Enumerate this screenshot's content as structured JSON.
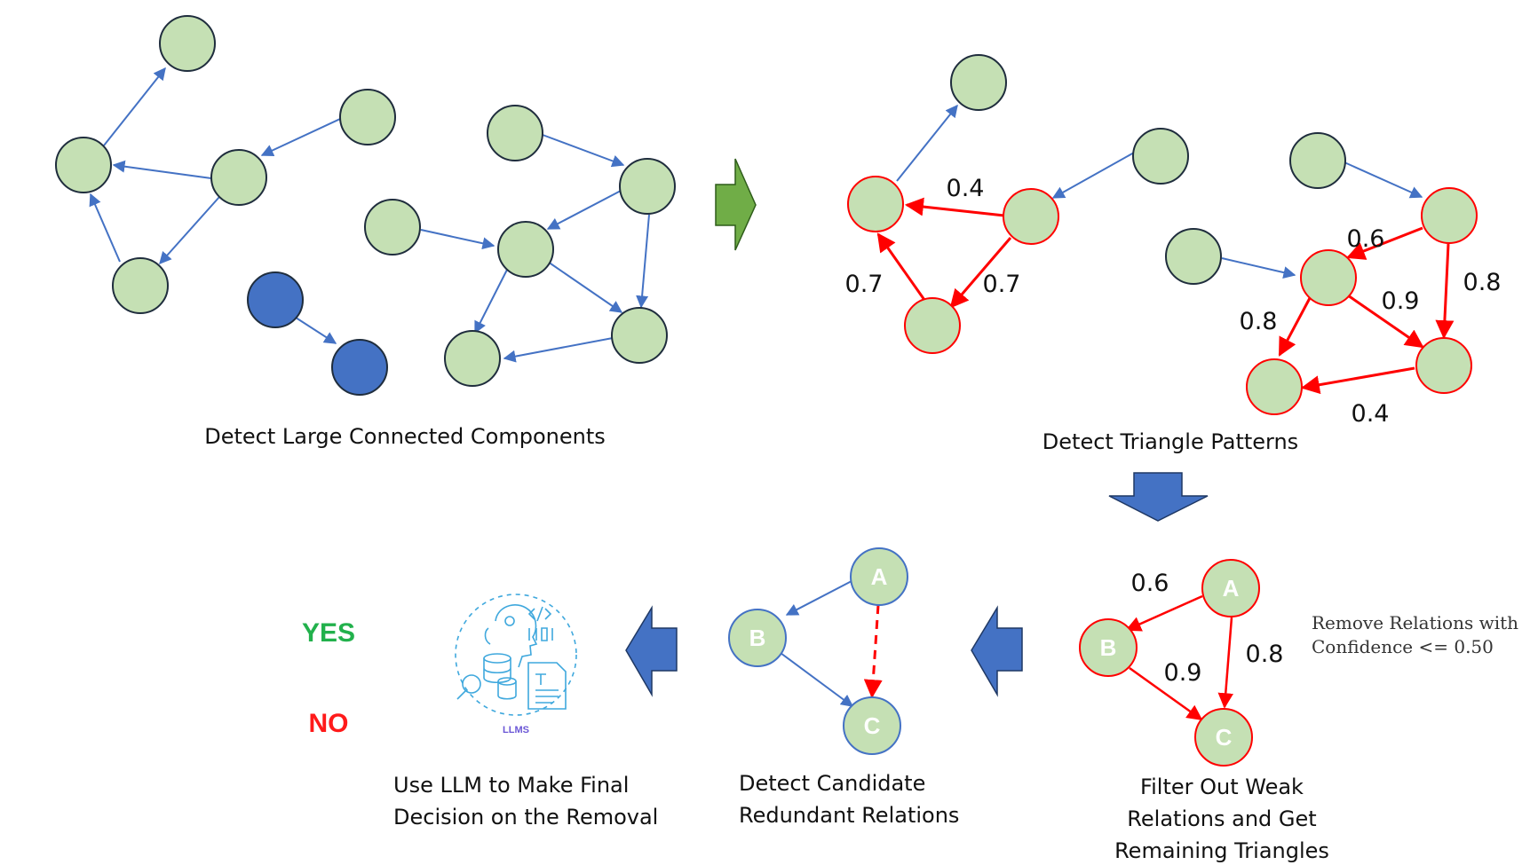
{
  "panels": {
    "connected_components": {
      "caption": "Detect Large Connected Components"
    },
    "triangle_patterns": {
      "caption": "Detect Triangle Patterns",
      "weights_left": [
        "0.4",
        "0.7",
        "0.7"
      ],
      "weights_right": [
        "0.6",
        "0.8",
        "0.9",
        "0.8",
        "0.4"
      ]
    },
    "filter": {
      "caption_lines": [
        "Filter Out Weak",
        "Relations and Get",
        "Remaining Triangles"
      ],
      "rule_lines": [
        "Remove Relations with",
        "Confidence <= 0.50"
      ],
      "weights": [
        "0.6",
        "0.8",
        "0.9"
      ],
      "nodes": [
        "A",
        "B",
        "C"
      ]
    },
    "candidate": {
      "caption_lines": [
        "Detect Candidate",
        "Redundant Relations"
      ],
      "nodes": [
        "A",
        "B",
        "C"
      ]
    },
    "llm_decision": {
      "caption_lines": [
        "Use LLM to Make Final",
        "Decision on the Removal"
      ],
      "yes": "YES",
      "no": "NO",
      "icon_label": "LLMS",
      "icon": "llm-icon"
    }
  },
  "colors": {
    "node_green": "#c5e0b4",
    "node_blue": "#4472c4",
    "edge_blue": "#4472c4",
    "edge_red": "#ff0000",
    "arrow_green": "#70ad47",
    "arrow_blue": "#4472c4"
  }
}
